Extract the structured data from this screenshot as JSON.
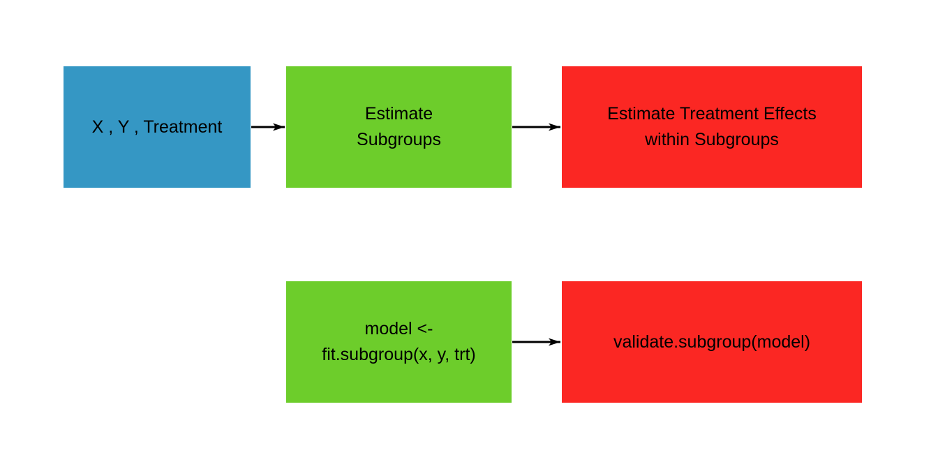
{
  "diagram": {
    "type": "flowchart",
    "background": "#ffffff",
    "colors": {
      "input_blue": "#3597C4",
      "method_green": "#6DCD2B",
      "result_red": "#FB2723",
      "arrow_black": "#000000",
      "text_black": "#000000"
    },
    "nodes": [
      {
        "id": "inputs",
        "lines": [
          "X , Y , Treatment"
        ]
      },
      {
        "id": "estimate-subgroups",
        "lines": [
          "Estimate",
          "Subgroups"
        ]
      },
      {
        "id": "estimate-treatment-effects",
        "lines": [
          "Estimate Treatment Effects",
          "within Subgroups"
        ]
      },
      {
        "id": "fit-subgroup-call",
        "lines": [
          "model <-",
          "fit.subgroup(x, y, trt)"
        ]
      },
      {
        "id": "validate-subgroup-call",
        "lines": [
          "validate.subgroup(model)"
        ]
      }
    ],
    "edges": [
      {
        "from": "inputs",
        "to": "estimate-subgroups"
      },
      {
        "from": "estimate-subgroups",
        "to": "estimate-treatment-effects"
      },
      {
        "from": "fit-subgroup-call",
        "to": "validate-subgroup-call"
      }
    ]
  }
}
